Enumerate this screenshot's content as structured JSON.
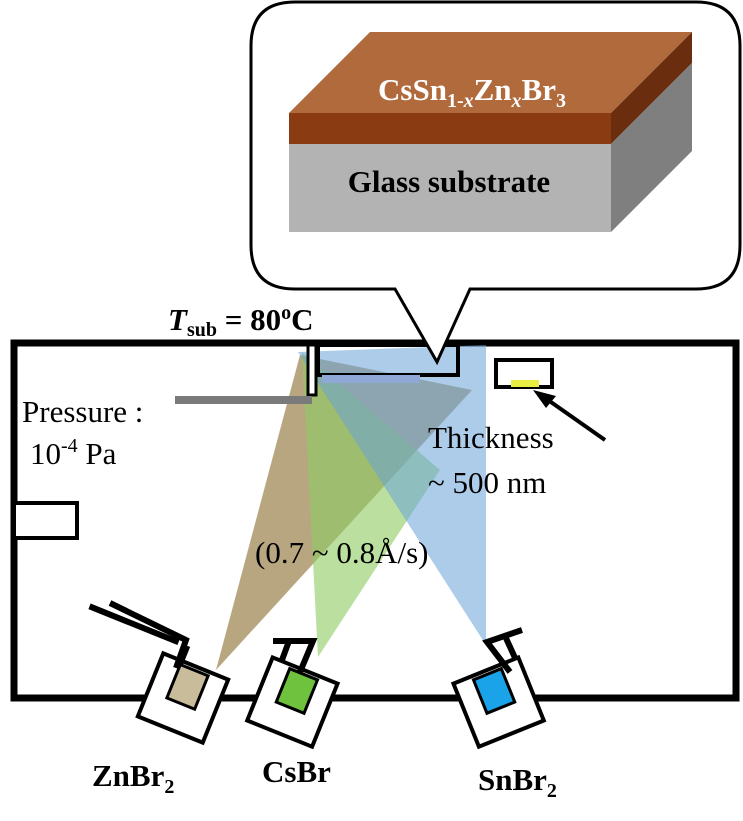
{
  "film": {
    "base": "CsSn",
    "sub_1": "1-",
    "sub_x1": "x",
    "mid": "Zn",
    "sub_x2": "x",
    "tail": "Br",
    "sub_3": "3"
  },
  "substrate": {
    "label": "Glass substrate"
  },
  "temperature": {
    "symbol": "T",
    "sub": "sub",
    "value": " = 80",
    "sup": "o",
    "unit": "C"
  },
  "pressure": {
    "line1": "Pressure :",
    "base": "10",
    "exp": "-4",
    "unit": " Pa"
  },
  "thickness": {
    "line1": "Thickness",
    "line2": "~ 500 nm"
  },
  "rate": {
    "label": "(0.7 ~ 0.8Å/s)"
  },
  "sources": {
    "znbr": {
      "name": "ZnBr",
      "sub": "2",
      "color": "#c9bc9a"
    },
    "csbr": {
      "name": "CsBr",
      "color": "#6fc23d"
    },
    "snbr": {
      "name": "SnBr",
      "sub": "2",
      "color": "#1aa3e8"
    }
  },
  "colors": {
    "film_top": "#b06a3c",
    "film_front": "#8a3b12",
    "film_side": "#6a2e0e",
    "glass_front": "#b3b3b3",
    "glass_side": "#7f7f7f",
    "sensor": "#e9ef42"
  }
}
